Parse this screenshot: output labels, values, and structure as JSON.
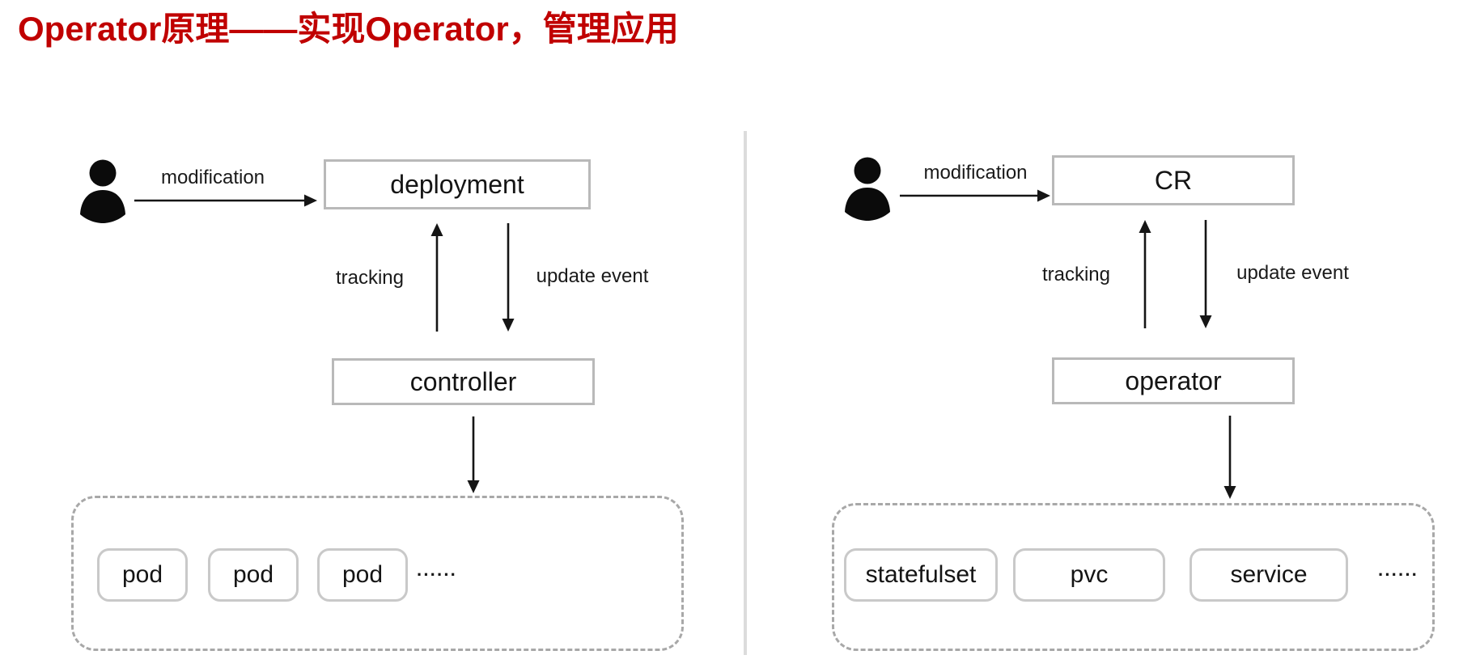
{
  "title": "Operator原理——实现Operator，管理应用",
  "left": {
    "actor_arrow_label": "modification",
    "top_box": "deployment",
    "up_arrow_label": "tracking",
    "down_arrow_label": "update event",
    "mid_box": "controller",
    "resources": [
      "pod",
      "pod",
      "pod"
    ],
    "ellipsis": "······"
  },
  "right": {
    "actor_arrow_label": "modification",
    "top_box": "CR",
    "up_arrow_label": "tracking",
    "down_arrow_label": "update event",
    "mid_box": "operator",
    "resources": [
      "statefulset",
      "pvc",
      "service"
    ],
    "ellipsis": "······"
  },
  "colors": {
    "title_red": "#C00000",
    "box_border": "#B9B9B9",
    "chip_border": "#C9C9C9",
    "dashed_border": "#A8A8A8",
    "divider_gray": "#DCDCDC",
    "arrow_black": "#151515"
  }
}
